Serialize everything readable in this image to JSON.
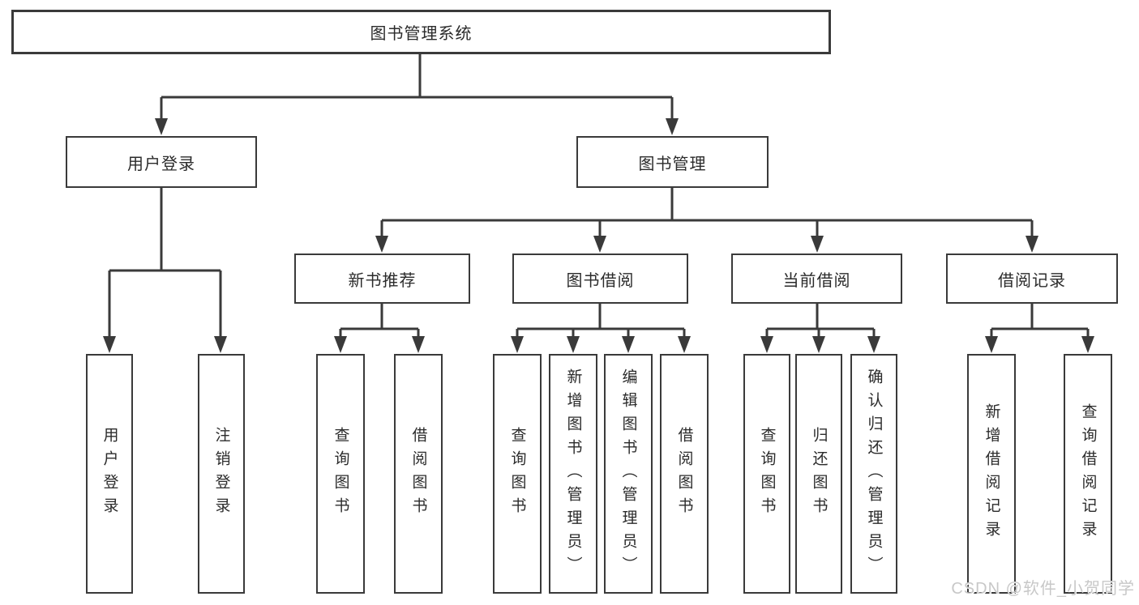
{
  "diagram": {
    "root": {
      "label": "图书管理系统"
    },
    "branches": [
      {
        "label": "用户登录",
        "children": [
          {
            "label": "用户登录"
          },
          {
            "label": "注销登录"
          }
        ]
      },
      {
        "label": "图书管理",
        "children": [
          {
            "label": "新书推荐",
            "children": [
              {
                "label": "查询图书"
              },
              {
                "label": "借阅图书"
              }
            ]
          },
          {
            "label": "图书借阅",
            "children": [
              {
                "label": "查询图书"
              },
              {
                "label": "新增图书（管理员）"
              },
              {
                "label": "编辑图书（管理员）"
              },
              {
                "label": "借阅图书"
              }
            ]
          },
          {
            "label": "当前借阅",
            "children": [
              {
                "label": "查询图书"
              },
              {
                "label": "归还图书"
              },
              {
                "label": "确认归还（管理员）"
              }
            ]
          },
          {
            "label": "借阅记录",
            "children": [
              {
                "label": "新增借阅记录"
              },
              {
                "label": "查询借阅记录"
              }
            ]
          }
        ]
      }
    ]
  },
  "watermark": {
    "text": "CSDN @软件_小贺同学"
  },
  "colors": {
    "line": "#3a3a3a",
    "box_border": "#3a3a3a",
    "text": "#2b2b2b",
    "watermark": "#c8c8c8",
    "background": "#ffffff"
  }
}
